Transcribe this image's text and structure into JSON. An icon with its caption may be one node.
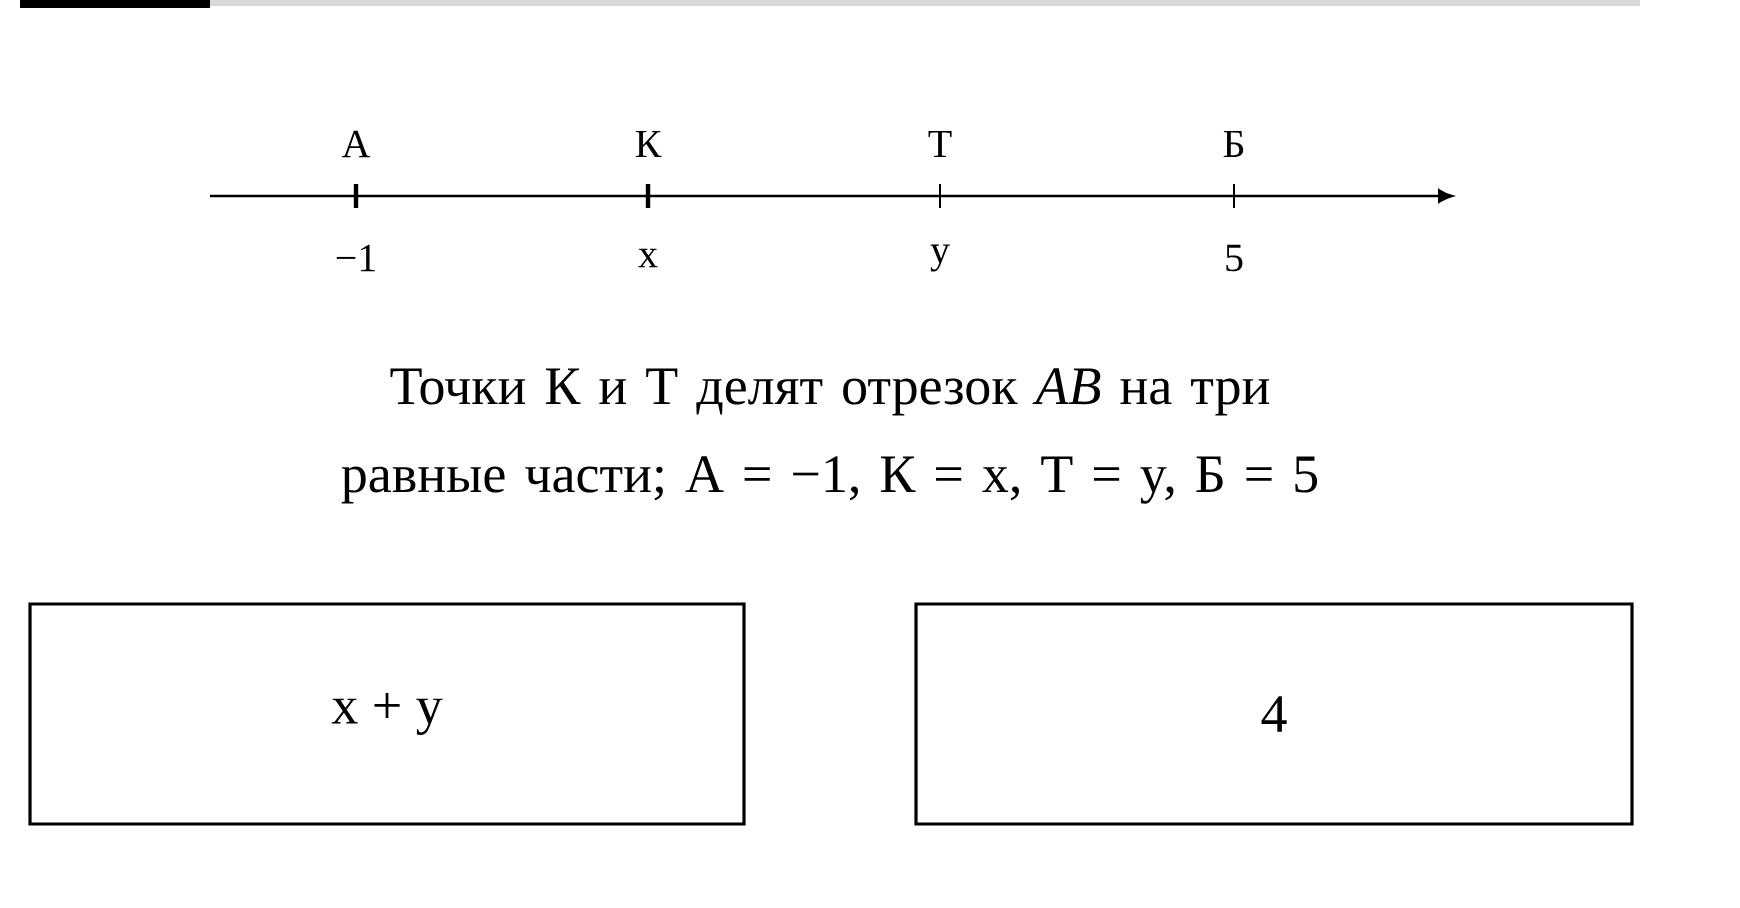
{
  "diagram": {
    "nodes": [
      {
        "text": [
          "x + y"
        ]
      },
      {
        "text": [
          "4"
        ]
      }
    ],
    "edges": [],
    "labels": [
      "А",
      "К",
      "Т",
      "Б",
      "−1",
      "x",
      "y",
      "5",
      "Точки К и Т делят отрезок *AB* на три равные части; А = −1, К = x, Т = y, Б = 5"
    ]
  }
}
